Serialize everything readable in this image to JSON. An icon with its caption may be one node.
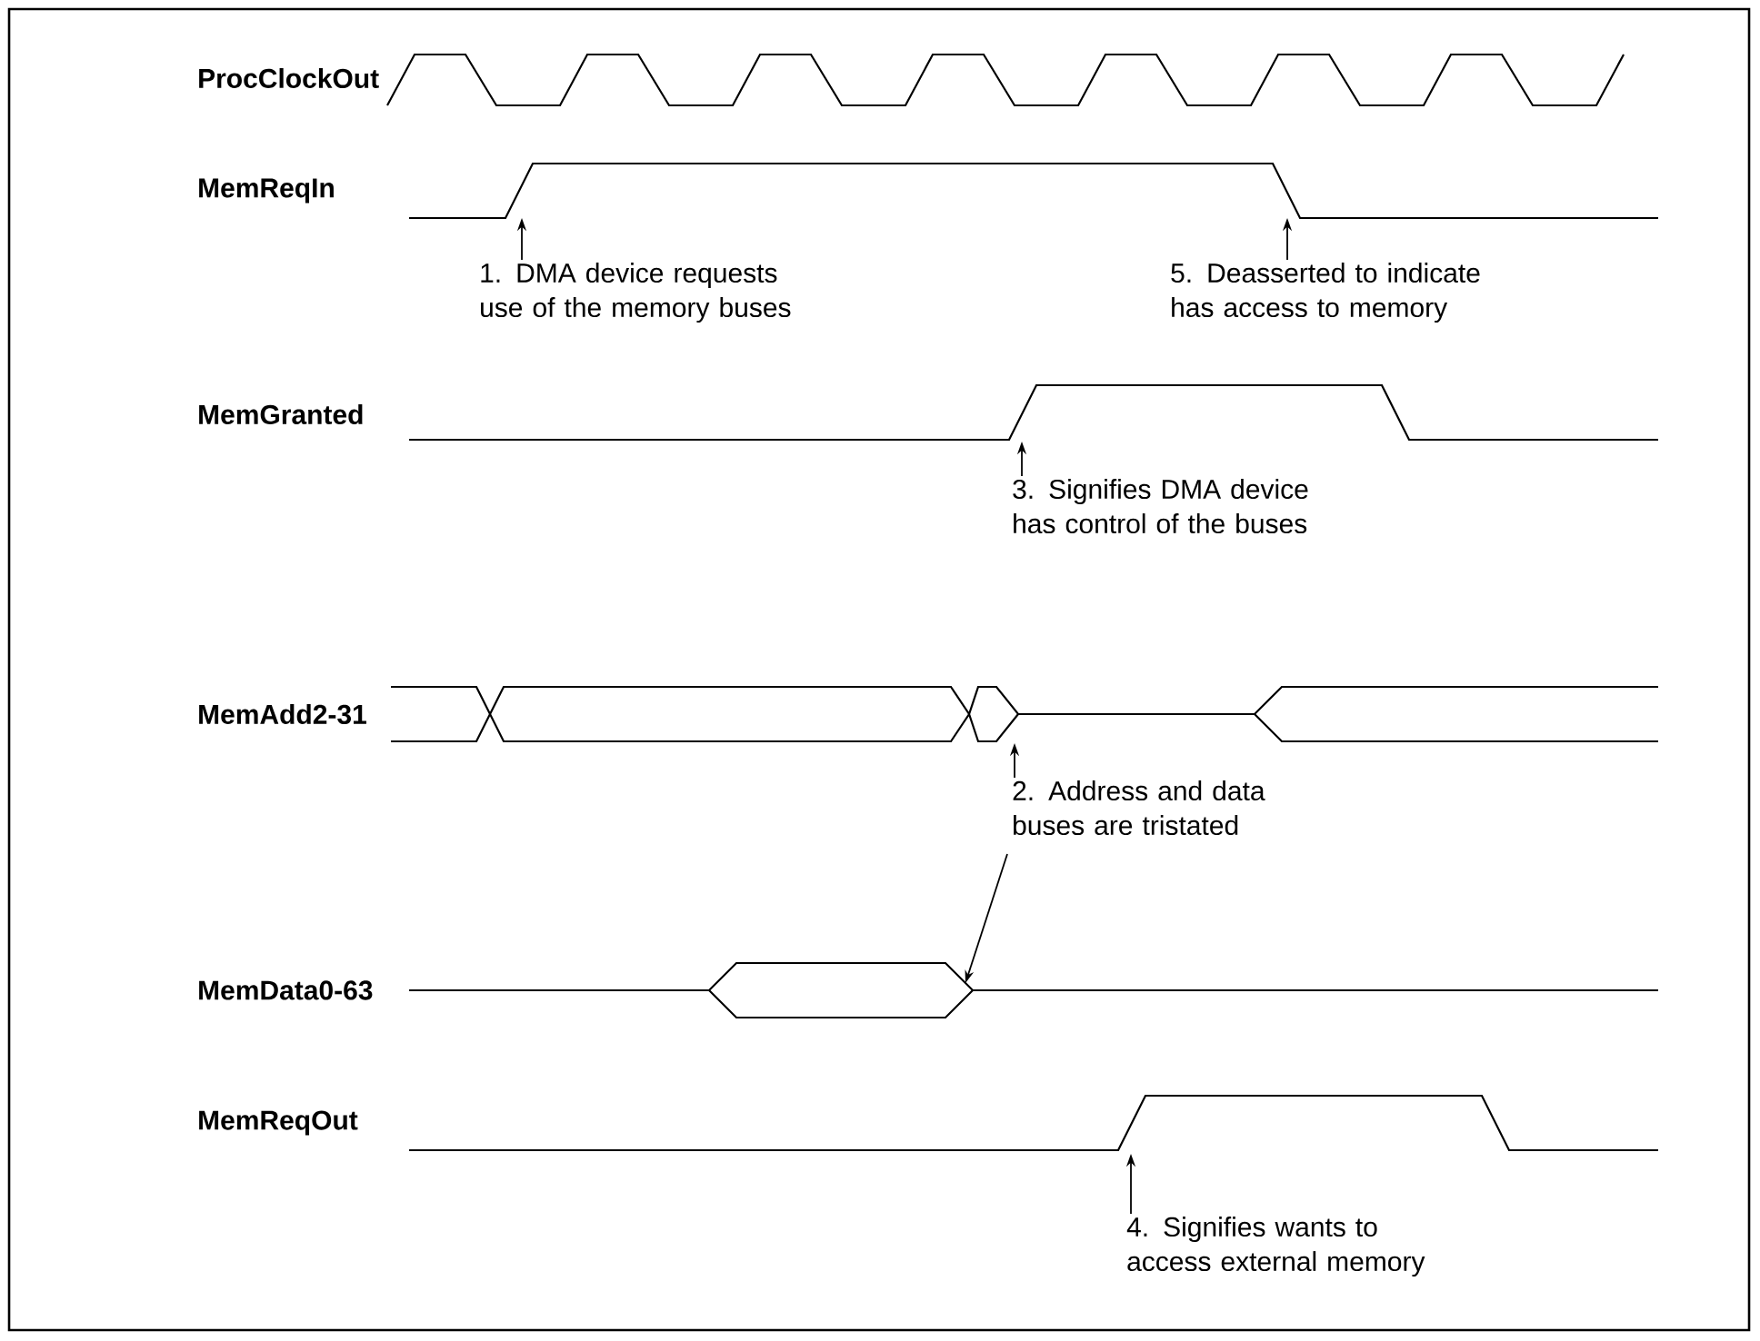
{
  "diagram": {
    "nodes": [
      {
        "text": [
          "1. DMA device requests use of the memory buses"
        ]
      },
      {
        "text": [
          "5. Deasserted to indicate has access to memory"
        ]
      },
      {
        "text": [
          "3. Signifies DMA device has control of the buses"
        ]
      },
      {
        "text": [
          "2. Address and data buses are tristated"
        ]
      },
      {
        "text": [
          "4. Signifies wants to access external memory"
        ]
      }
    ],
    "edges": [
      {
        "from": 0,
        "to": null,
        "arrow": "to"
      },
      {
        "from": 1,
        "to": null,
        "arrow": "to"
      },
      {
        "from": 2,
        "to": null,
        "arrow": "to"
      },
      {
        "from": 3,
        "to": null,
        "arrow": "to"
      },
      {
        "from": 3,
        "to": null,
        "arrow": "to"
      },
      {
        "from": 4,
        "to": null,
        "arrow": "to"
      }
    ],
    "labels": [
      "ProcClockOut",
      "MemReqIn",
      "MemGranted",
      "MemAdd2-31",
      "MemData0-63",
      "MemReqOut"
    ]
  }
}
